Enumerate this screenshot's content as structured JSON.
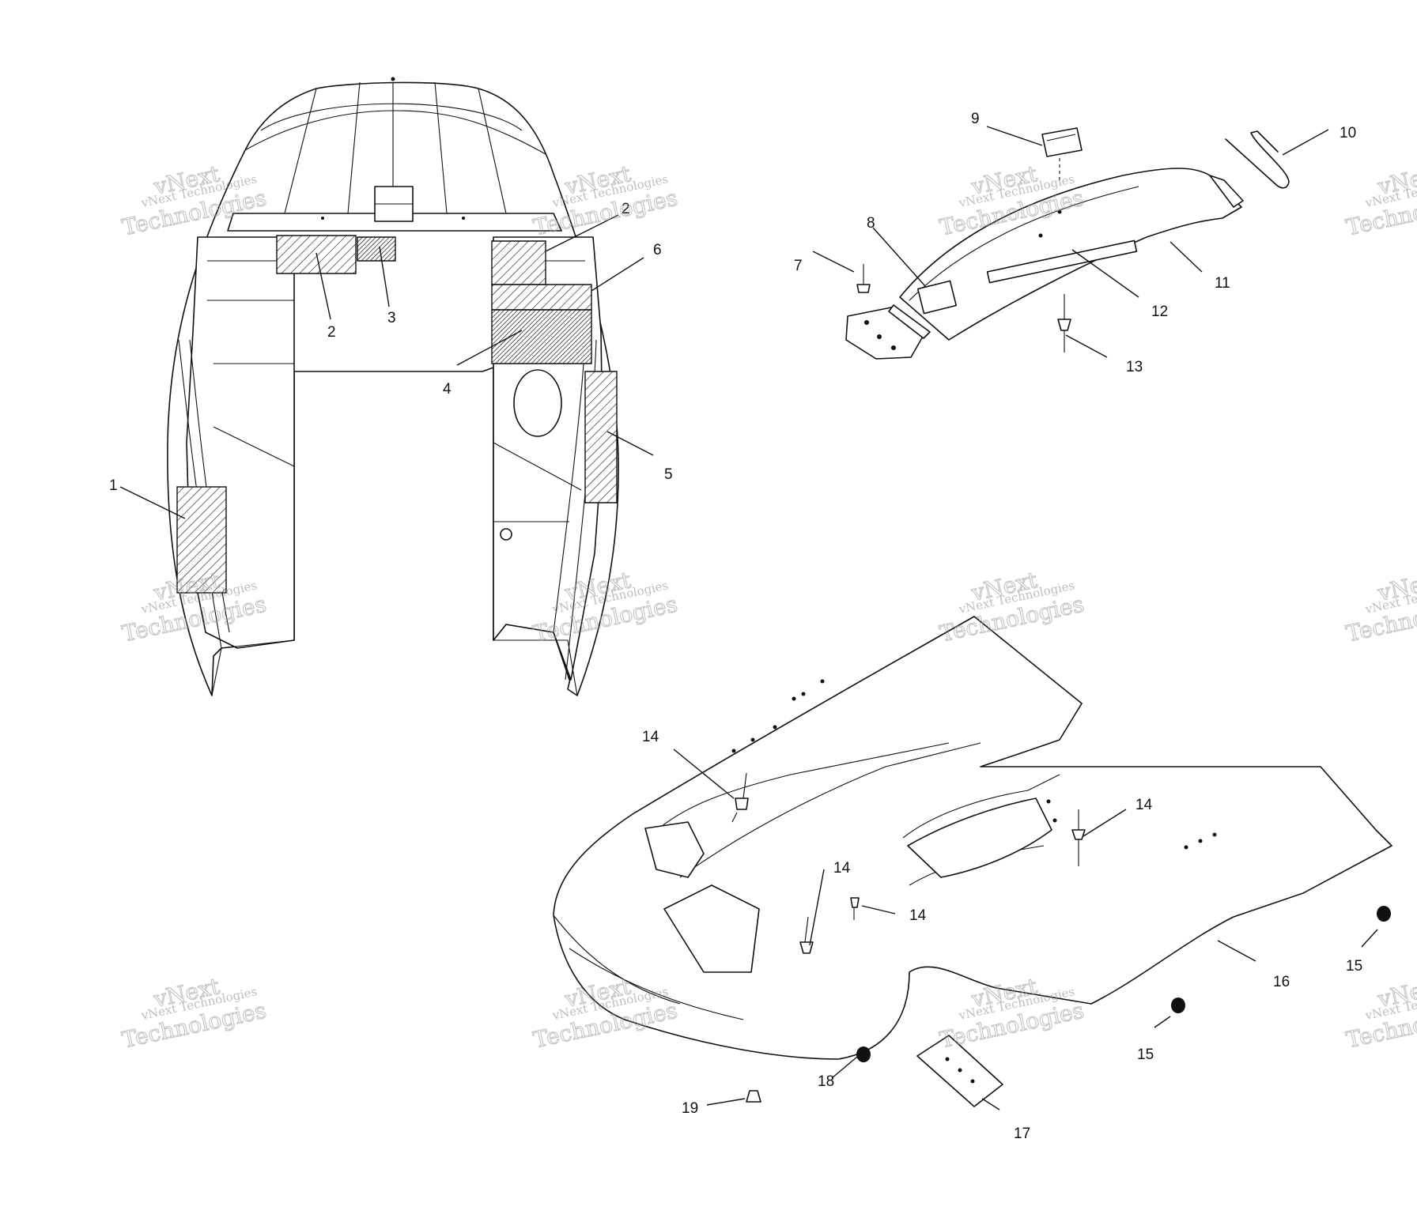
{
  "watermark": {
    "line1": "vNext Technologies",
    "line2": "vNext",
    "line3": "Technologies"
  },
  "callouts": [
    {
      "id": "1",
      "label": "1"
    },
    {
      "id": "2a",
      "label": "2"
    },
    {
      "id": "2b",
      "label": "2"
    },
    {
      "id": "3",
      "label": "3"
    },
    {
      "id": "4",
      "label": "4"
    },
    {
      "id": "5",
      "label": "5"
    },
    {
      "id": "6",
      "label": "6"
    },
    {
      "id": "7",
      "label": "7"
    },
    {
      "id": "8",
      "label": "8"
    },
    {
      "id": "9",
      "label": "9"
    },
    {
      "id": "10",
      "label": "10"
    },
    {
      "id": "11",
      "label": "11"
    },
    {
      "id": "12",
      "label": "12"
    },
    {
      "id": "13",
      "label": "13"
    },
    {
      "id": "14a",
      "label": "14"
    },
    {
      "id": "14b",
      "label": "14"
    },
    {
      "id": "14c",
      "label": "14"
    },
    {
      "id": "14d",
      "label": "14"
    },
    {
      "id": "15a",
      "label": "15"
    },
    {
      "id": "15b",
      "label": "15"
    },
    {
      "id": "16",
      "label": "16"
    },
    {
      "id": "17",
      "label": "17"
    },
    {
      "id": "18",
      "label": "18"
    },
    {
      "id": "19",
      "label": "19"
    }
  ]
}
